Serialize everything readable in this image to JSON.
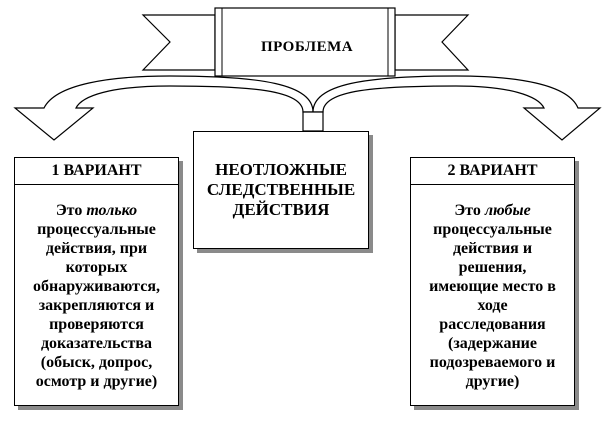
{
  "header": {
    "title": "ПРОБЛЕМА"
  },
  "center": {
    "lines": [
      "НЕОТЛОЖНЫЕ",
      "СЛЕДСТВЕННЫЕ",
      "ДЕЙСТВИЯ"
    ]
  },
  "left": {
    "title": "1 ВАРИАНТ",
    "line1_pre": "Это ",
    "line1_em": "только",
    "lines": [
      "процессуальные",
      "действия, при",
      "которых",
      "обнаруживаются,",
      "закрепляются и",
      "проверяются",
      "доказательства",
      "(обыск, допрос,",
      "осмотр и другие)"
    ]
  },
  "right": {
    "title": "2 ВАРИАНТ",
    "line1_pre": "Это ",
    "line1_em": "любые",
    "lines": [
      "процессуальные",
      "действия и",
      "решения,",
      "имеющие место в",
      "ходе",
      "расследования",
      "(задержание",
      "подозреваемого и",
      "другие)"
    ]
  }
}
